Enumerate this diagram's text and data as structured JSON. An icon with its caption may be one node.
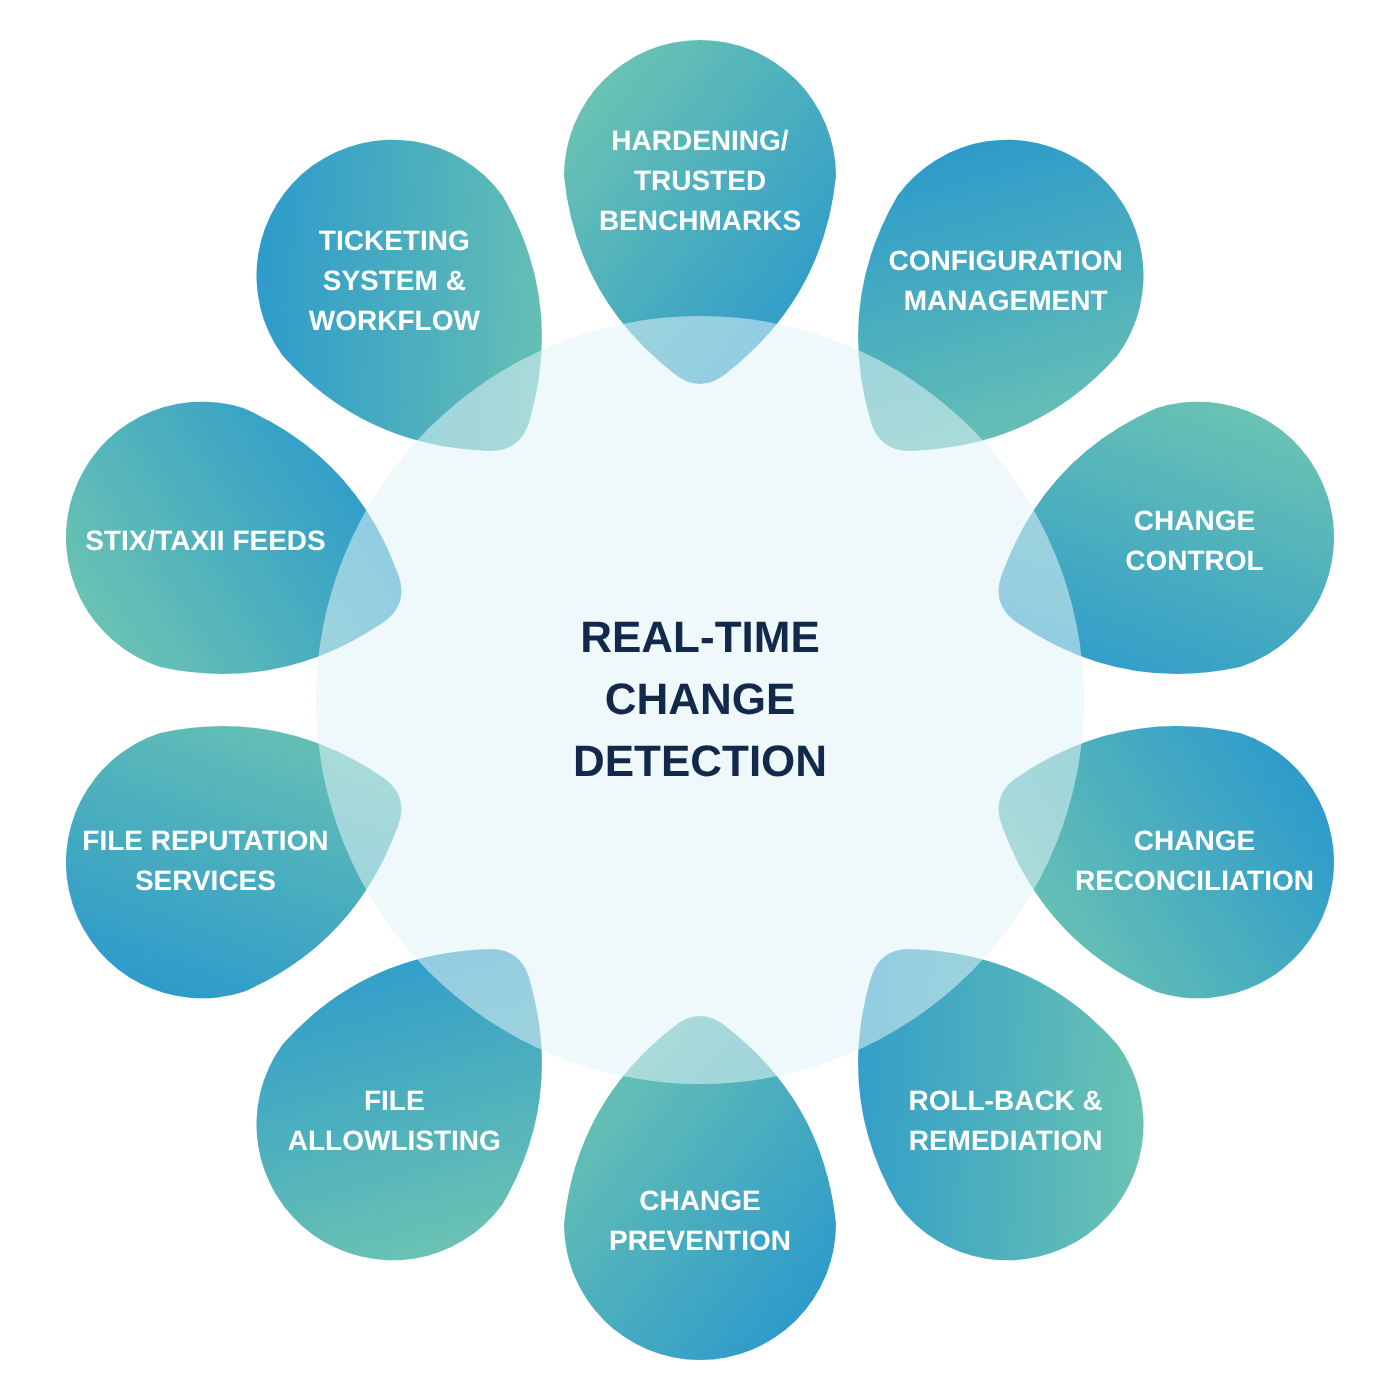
{
  "diagram": {
    "nodes": [
      {
        "text": [
          "REAL-TIME CHANGE DETECTION"
        ]
      },
      {
        "text": [
          "HARDENING/ TRUSTED BENCHMARKS"
        ]
      },
      {
        "text": [
          "CONFIGURATION MANAGEMENT"
        ]
      },
      {
        "text": [
          "CHANGE CONTROL"
        ]
      },
      {
        "text": [
          "CHANGE RECONCILIATION"
        ]
      },
      {
        "text": [
          "ROLL-BACK & REMEDIATION"
        ]
      },
      {
        "text": [
          "CHANGE PREVENTION"
        ]
      },
      {
        "text": [
          "FILE ALLOWLISTING"
        ]
      },
      {
        "text": [
          "FILE REPUTATION SERVICES"
        ]
      },
      {
        "text": [
          "STIX/TAXII FEEDS"
        ]
      },
      {
        "text": [
          "TICKETING SYSTEM & WORKFLOW"
        ]
      }
    ]
  }
}
